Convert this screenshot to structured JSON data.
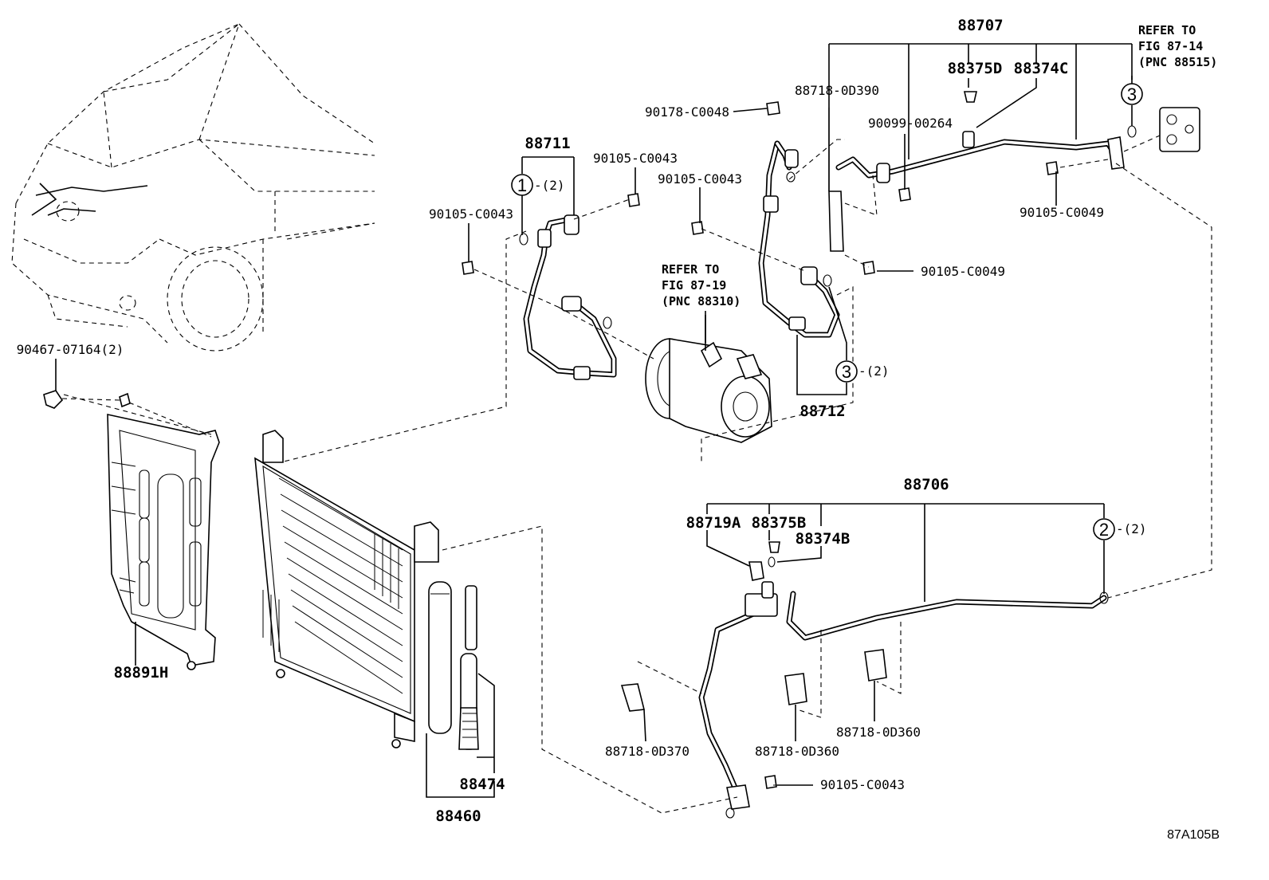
{
  "diagram_id": "87A105B",
  "references": {
    "compressor": {
      "line1": "REFER TO",
      "line2": "FIG 87-19",
      "line3": "(PNC 88310)"
    },
    "expansion_valve": {
      "line1": "REFER TO",
      "line2": "FIG 87-14",
      "line3": "(PNC 88515)"
    }
  },
  "parts": {
    "p88707": "88707",
    "p88375D": "88375D",
    "p88374C": "88374C",
    "p88718_0D390": "88718-0D390",
    "p90178_C0048": "90178-C0048",
    "p90099_00264": "90099-00264",
    "p90105_C0049_a": "90105-C0049",
    "p90105_C0049_b": "90105-C0049",
    "p88711": "88711",
    "p90105_C0043_a": "90105-C0043",
    "p90105_C0043_b": "90105-C0043",
    "p90105_C0043_c": "90105-C0043",
    "p90105_C0043_d": "90105-C0043",
    "p88712": "88712",
    "p90467_07164": "90467-07164(2)",
    "p88891H": "88891H",
    "p88706": "88706",
    "p88719A": "88719A",
    "p88375B": "88375B",
    "p88374B": "88374B",
    "p88474": "88474",
    "p88460": "88460",
    "p88718_0D370": "88718-0D370",
    "p88718_0D360_a": "88718-0D360",
    "p88718_0D360_b": "88718-0D360"
  },
  "callouts": {
    "c1": {
      "num": "1",
      "qty": "-(2)"
    },
    "c2": {
      "num": "2",
      "qty": "-(2)"
    },
    "c3a": {
      "num": "3",
      "qty": ""
    },
    "c3b": {
      "num": "3",
      "qty": "-(2)"
    }
  }
}
